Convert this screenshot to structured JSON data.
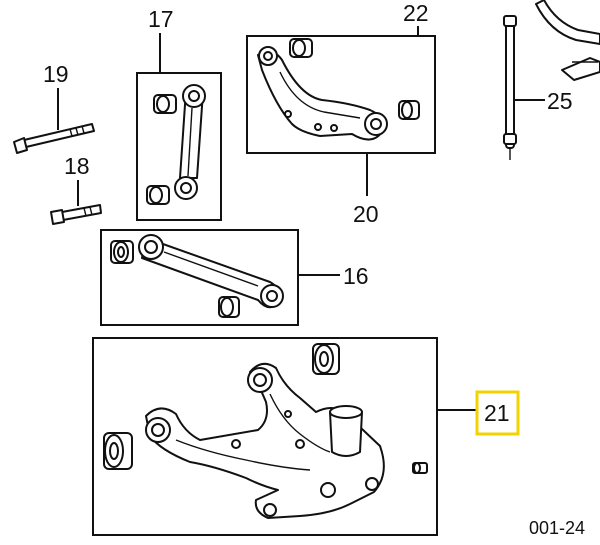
{
  "callouts": {
    "c17": "17",
    "c22": "22",
    "c19": "19",
    "c18": "18",
    "c25": "25",
    "c20": "20",
    "c16": "16",
    "c21": "21"
  },
  "diagram_code": "001-24",
  "highlight_color": "#f2d200"
}
